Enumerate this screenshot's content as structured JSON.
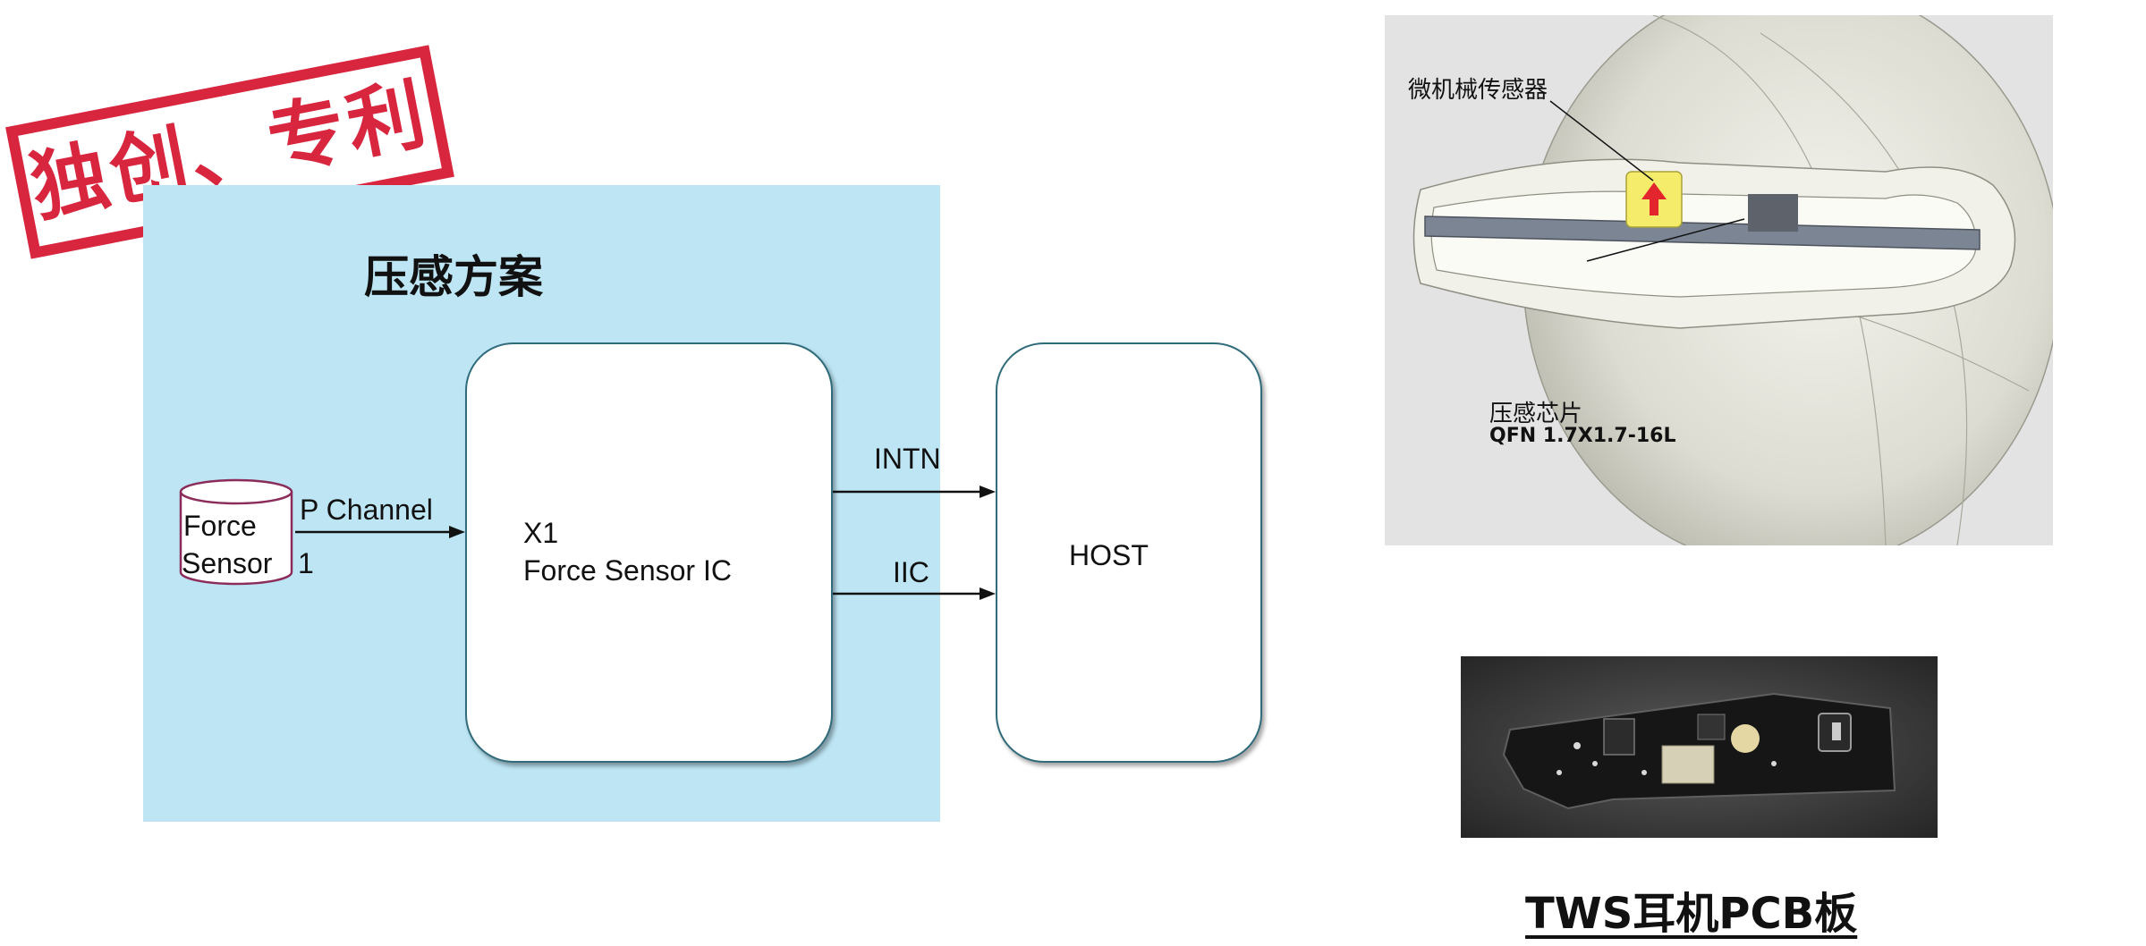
{
  "stamp": {
    "text": "独创、专利"
  },
  "diagram": {
    "title": "压感方案",
    "sensor": {
      "line1": "Force",
      "line2": "Sensor",
      "number": "1"
    },
    "channel_label": "P Channel",
    "ic": {
      "line1": "X1",
      "line2": "Force Sensor IC"
    },
    "signals": {
      "top": "INTN",
      "bottom": "IIC"
    },
    "host": {
      "label": "HOST"
    },
    "colors": {
      "panel": "#bde5f4",
      "stamp": "#d9263f",
      "box_border": "#2f6b7a",
      "cylinder": "#8b2c5a"
    }
  },
  "earbud_figure": {
    "mems_label": "微机械传感器",
    "chip_label": "压感芯片",
    "chip_package": "QFN 1.7X1.7-16L"
  },
  "pcb_figure": {
    "caption": "TWS耳机PCB板"
  }
}
